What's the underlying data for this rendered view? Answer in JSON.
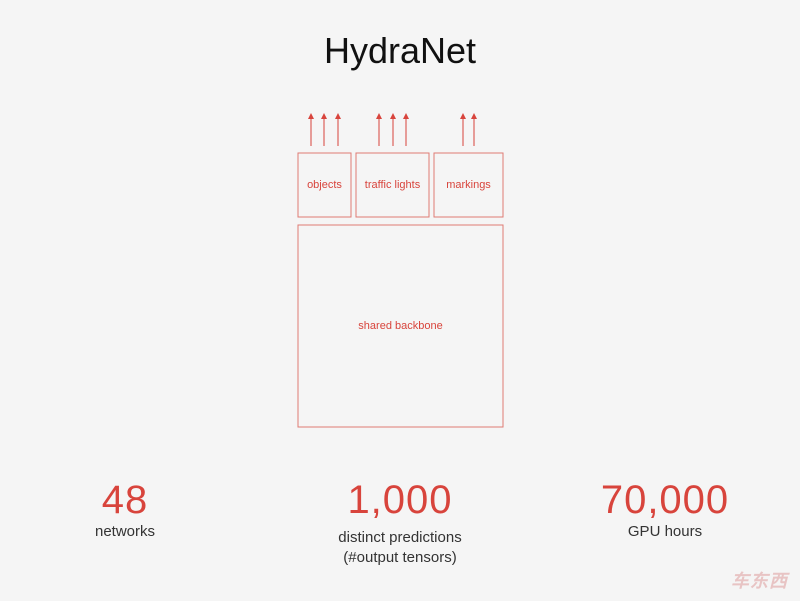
{
  "slide": {
    "title": "HydraNet"
  },
  "diagram": {
    "heads": [
      {
        "label": "objects",
        "arrows": 3
      },
      {
        "label": "traffic lights",
        "arrows": 3
      },
      {
        "label": "markings",
        "arrows": 2
      }
    ],
    "backbone": {
      "label": "shared backbone"
    },
    "accent_color": "#d8443c"
  },
  "stats": [
    {
      "value": "48",
      "label": "networks"
    },
    {
      "value": "1,000",
      "label": "distinct predictions",
      "label2": "(#output tensors)"
    },
    {
      "value": "70,000",
      "label": "GPU hours"
    }
  ],
  "watermark": "车东西"
}
